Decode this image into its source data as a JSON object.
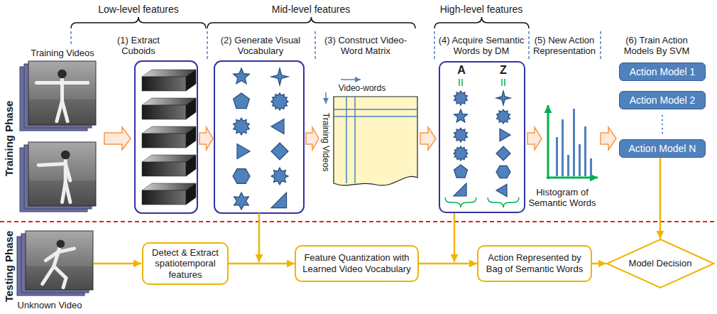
{
  "diagram": {
    "nodes": [
      {
        "text": [
          "A",
          "Z"
        ]
      },
      {
        "text": [
          "Action Model 1"
        ]
      },
      {
        "text": [
          "Action Model 2"
        ]
      },
      {
        "text": [
          "Action Model N"
        ]
      },
      {
        "text": [
          "Detect & Extract spatiotemporal features"
        ]
      },
      {
        "text": [
          "Feature Quantization with Learned Video Vocabulary"
        ]
      },
      {
        "text": [
          "Action Represented by Bag of Semantic Words"
        ]
      },
      {
        "text": [
          "Model Decision"
        ]
      }
    ],
    "edges": [
      {
        "from": 4,
        "to": 5,
        "arrow": "to"
      },
      {
        "from": 5,
        "to": 6,
        "arrow": "to"
      },
      {
        "from": 6,
        "to": 7,
        "arrow": "to"
      },
      {
        "from": 3,
        "to": 7,
        "arrow": "to"
      }
    ],
    "labels": [
      "Low-level features",
      "Mid-level features",
      "High-level features",
      "(1) Extract Cuboids",
      "(2) Generate Visual Vocabulary",
      "(3) Construct Video-Word Matrix",
      "(4) Acquire Semantic Words by DM",
      "(5) New Action Representation",
      "(6) Train Action Models By SVM",
      "Training Videos",
      "Video-words",
      "Training Videos",
      "Histogram of Semantic Words",
      "Training Phase",
      "Testing Phase",
      "Unknown Video"
    ]
  }
}
